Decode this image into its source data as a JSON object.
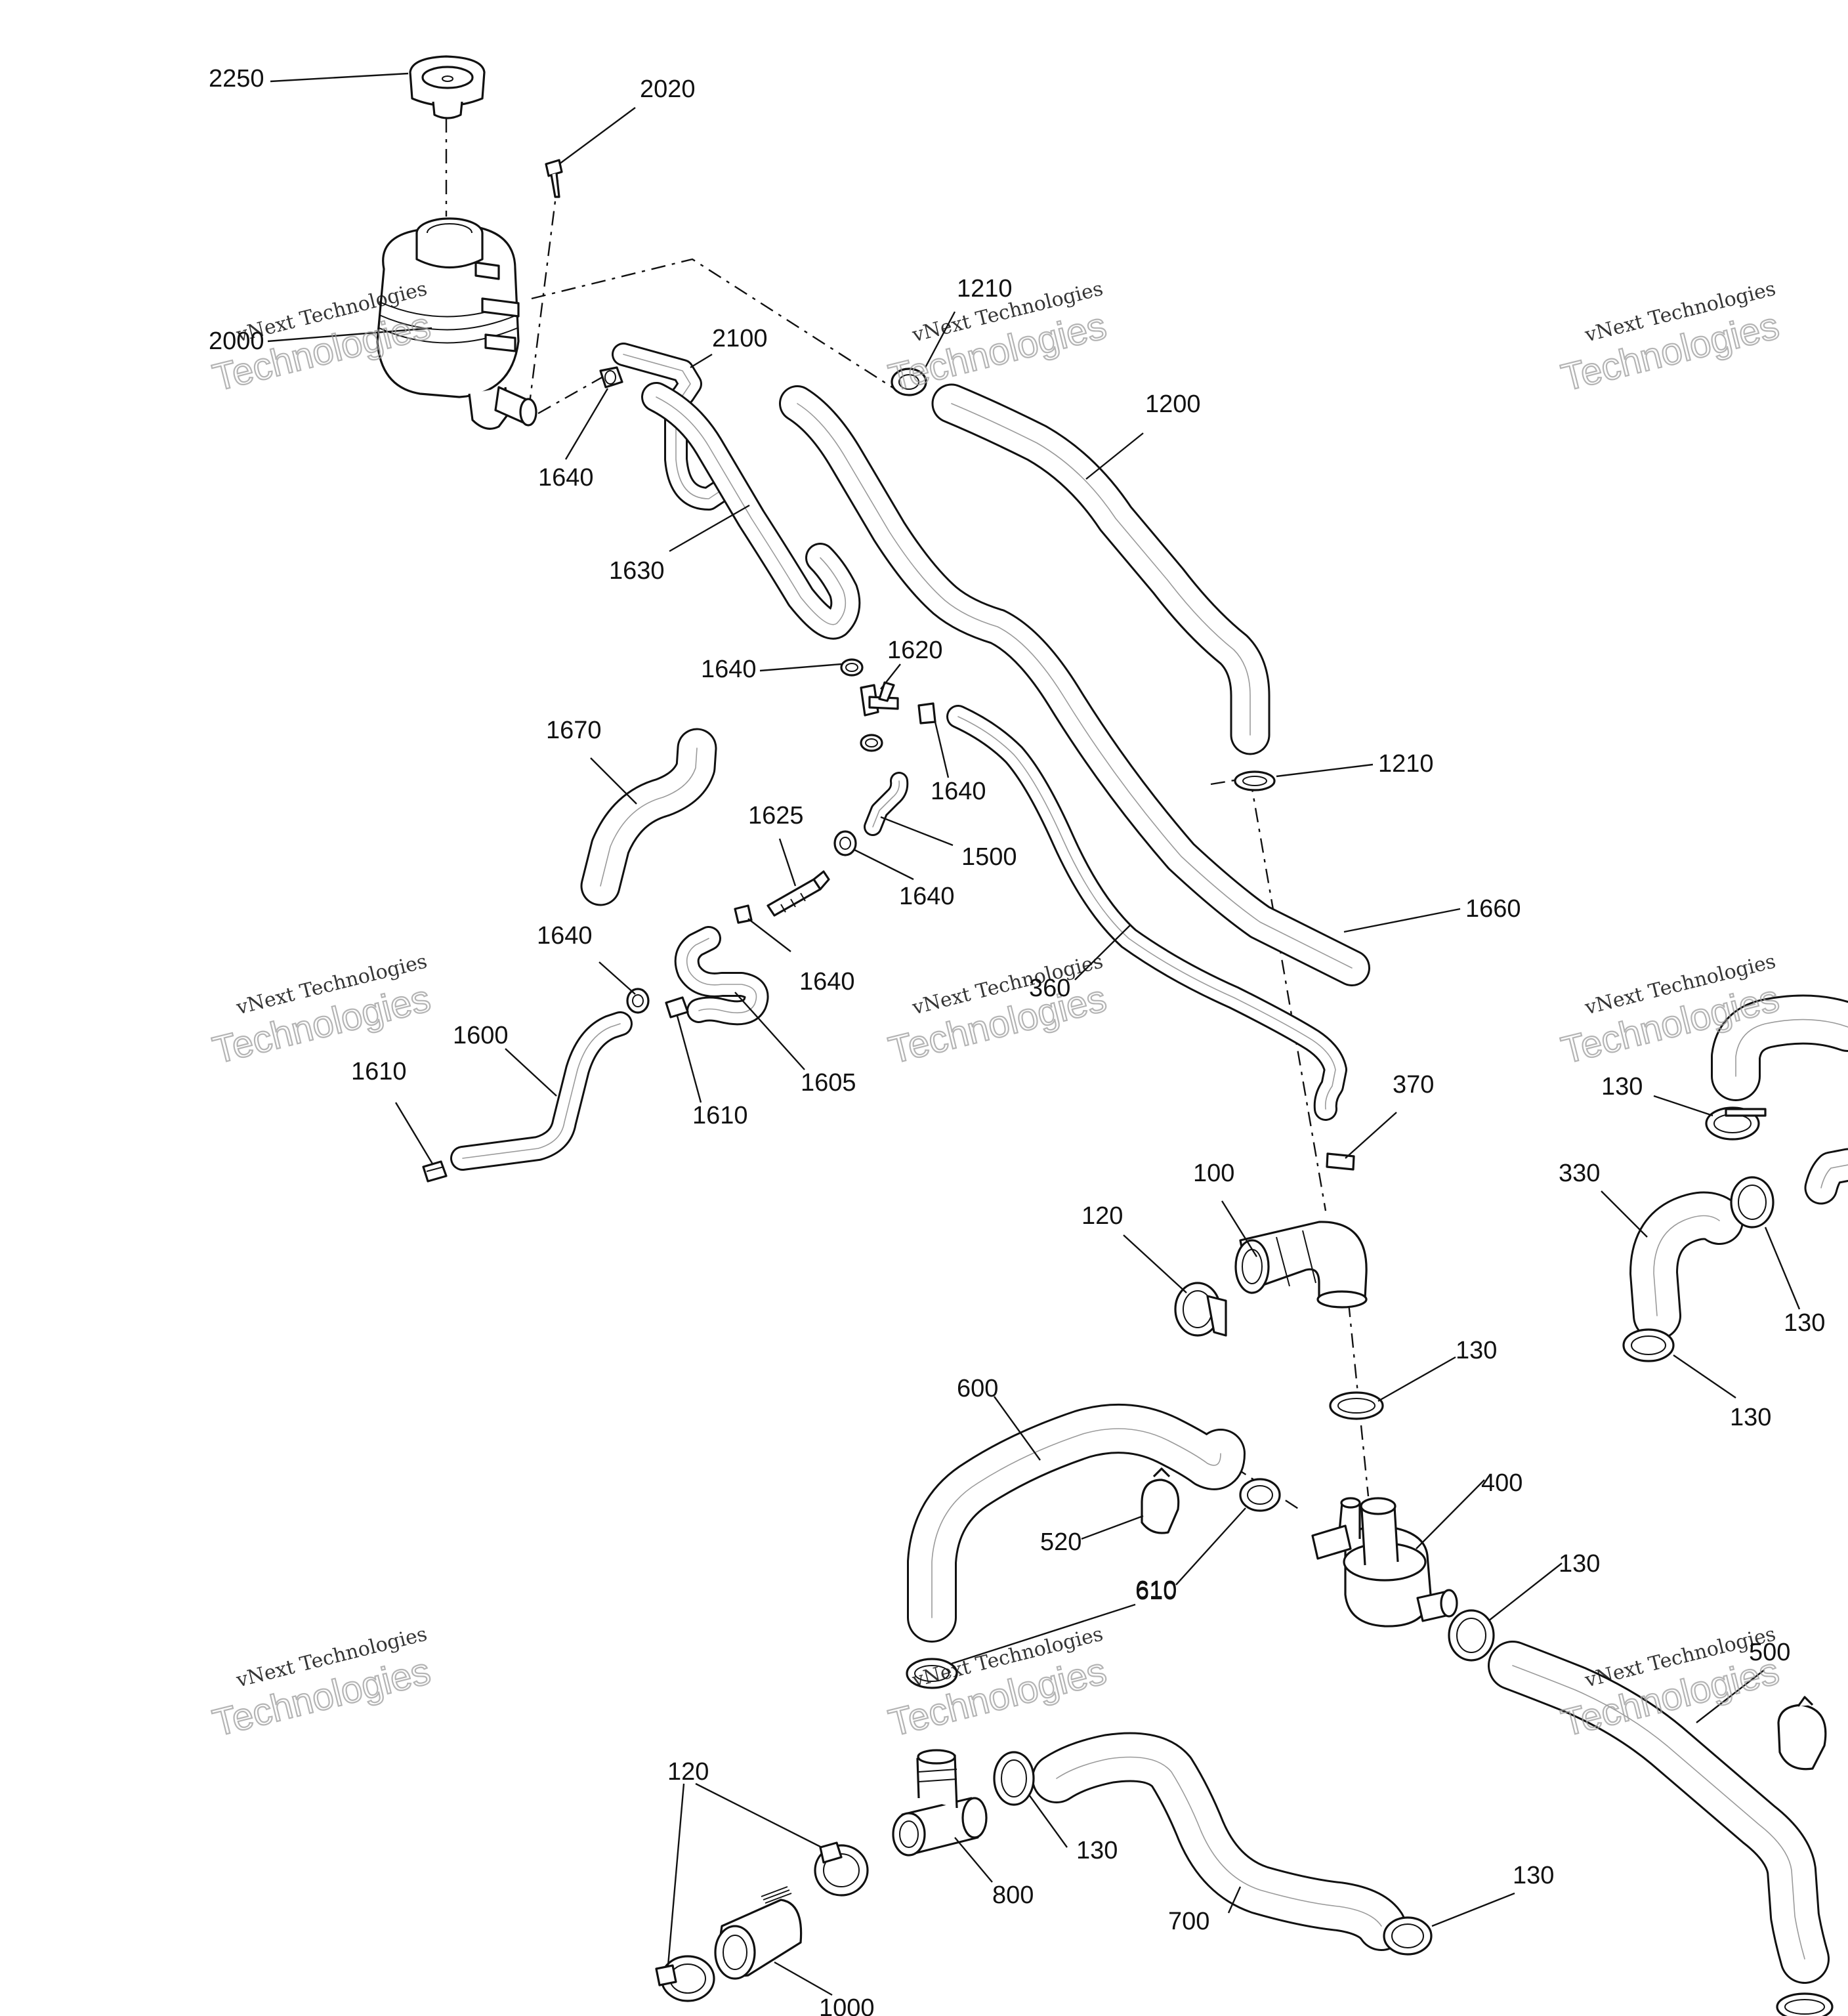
{
  "labels": [
    "2250",
    "2020",
    "2000",
    "2100",
    "1210",
    "1200",
    "1640",
    "1630",
    "1620",
    "1640",
    "1640",
    "1210",
    "1670",
    "1625",
    "1500",
    "1640",
    "1660",
    "1640",
    "1640",
    "360",
    "1600",
    "1610",
    "1610",
    "1605",
    "370",
    "100",
    "120",
    "130",
    "330",
    "130",
    "130",
    "130",
    "600",
    "520",
    "610",
    "400",
    "130",
    "610",
    "500",
    "120",
    "130",
    "800",
    "700",
    "130",
    "1000"
  ],
  "watermark": {
    "line1": "vNext Technologies",
    "line2": "Technologies"
  },
  "style": {
    "line_color": "#111111",
    "watermark_color": "#9c9c9c",
    "background": "#ffffff"
  }
}
